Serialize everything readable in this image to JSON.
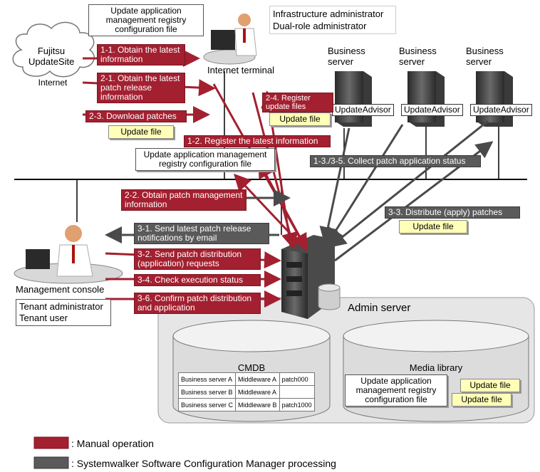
{
  "update_site": {
    "name": "Fujitsu UpdateSite",
    "network": "Internet"
  },
  "internet_terminal": {
    "label": "Internet terminal"
  },
  "admin_roles": [
    "Infrastructure administrator",
    "Dual-role administrator"
  ],
  "business_servers": [
    {
      "label": "Business server",
      "agent": "UpdateAdvisor"
    },
    {
      "label": "Business server",
      "agent": "UpdateAdvisor"
    },
    {
      "label": "Business server",
      "agent": "UpdateAdvisor"
    }
  ],
  "management_console": {
    "label": "Management console",
    "roles": [
      "Tenant administrator",
      "Tenant user"
    ]
  },
  "admin_server": {
    "label": "Admin server"
  },
  "cmdb": {
    "label": "CMDB",
    "rows": [
      [
        "Business server A",
        "Middleware A",
        "patch000"
      ],
      [
        "Business server B",
        "Middleware A",
        ""
      ],
      [
        "Business server C",
        "Middleware B",
        "patch1000"
      ]
    ]
  },
  "media_library": {
    "label": "Media library",
    "config_file": "Update application management registry configuration file",
    "files": [
      "Update file",
      "Update file"
    ]
  },
  "notes": {
    "config_file_top": "Update application management registry configuration file",
    "config_file_mid": "Update application management registry configuration file",
    "update_file_download": "Update file",
    "update_file_register": "Update file",
    "update_file_distribute": "Update file"
  },
  "steps": {
    "s1_1": "1-1. Obtain the latest information",
    "s2_1": "2-1. Obtain the latest patch release information",
    "s2_3": "2-3. Download patches",
    "s2_4": "2-4. Register update files",
    "s1_2": "1-2. Register the latest information",
    "s1_3": "1-3./3-5. Collect patch application status",
    "s2_2": "2-2. Obtain patch management information",
    "s3_3": "3-3. Distribute (apply) patches",
    "s3_1": "3-1. Send latest patch release notifications by email",
    "s3_2": "3-2. Send patch distribution (application) requests",
    "s3_4": "3-4. Check execution status",
    "s3_6": "3-6. Confirm patch distribution and application"
  },
  "legend": [
    {
      "color": "#a32030",
      "label": ": Manual operation"
    },
    {
      "color": "#5a5a5a",
      "label": ": Systemwalker Software Configuration Manager processing"
    }
  ]
}
